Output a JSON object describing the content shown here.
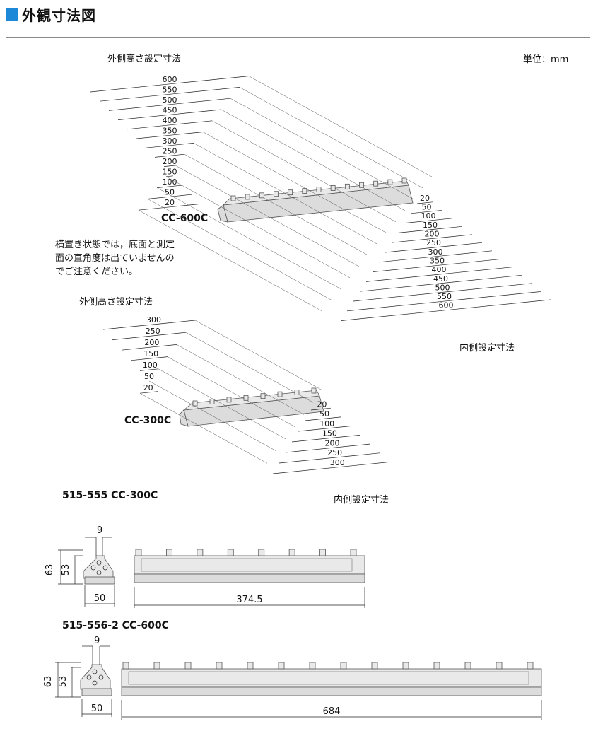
{
  "header": {
    "title": "外観寸法図"
  },
  "unit_label": "単位：mm",
  "cc600": {
    "model": "CC-600C",
    "outer_title": "外側高さ設定寸法",
    "inner_title": "内側設定寸法",
    "outer_values": [
      "600",
      "550",
      "500",
      "450",
      "400",
      "350",
      "300",
      "250",
      "200",
      "150",
      "100",
      "50",
      "20"
    ],
    "inner_values": [
      "20",
      "50",
      "100",
      "150",
      "200",
      "250",
      "300",
      "350",
      "400",
      "450",
      "500",
      "550",
      "600"
    ]
  },
  "note": [
    "横置き状態では，底面と測定",
    "面の直角度は出ていませんの",
    "でご注意ください。"
  ],
  "cc300": {
    "model": "CC-300C",
    "outer_title": "外側高さ設定寸法",
    "inner_title": "内側設定寸法",
    "outer_values": [
      "300",
      "250",
      "200",
      "150",
      "100",
      "50",
      "20"
    ],
    "inner_values": [
      "20",
      "50",
      "100",
      "150",
      "200",
      "250",
      "300"
    ]
  },
  "drawing1": {
    "title": "515-555 CC-300C",
    "dim_top": "9",
    "dim_h1": "63",
    "dim_h2": "53",
    "dim_w": "50",
    "dim_len": "374.5"
  },
  "drawing2": {
    "title": "515-556-2 CC-600C",
    "dim_top": "9",
    "dim_h1": "63",
    "dim_h2": "53",
    "dim_w": "50",
    "dim_len": "684"
  }
}
